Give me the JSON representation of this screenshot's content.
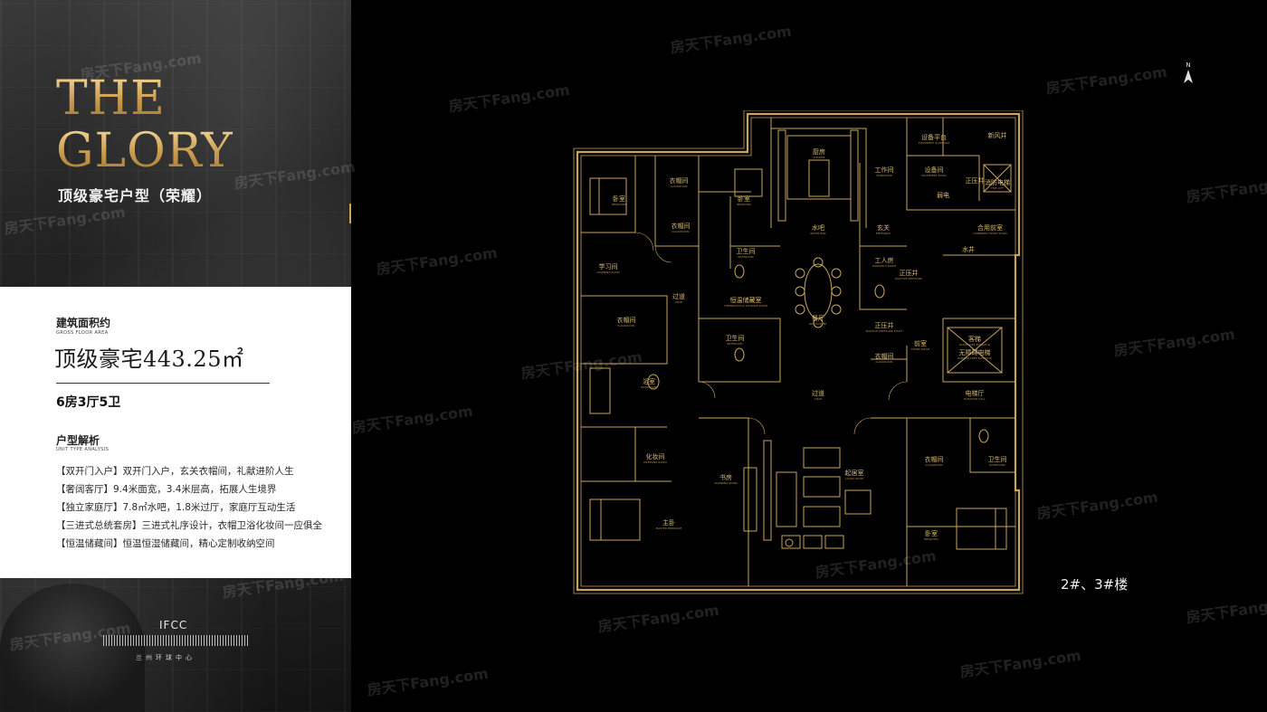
{
  "title": {
    "line1": "THE",
    "line2": "GLORY",
    "subtitle": "顶级豪宅户型（荣耀）"
  },
  "area": {
    "label": "建筑面积约",
    "label_en": "GROSS FLOOR AREA",
    "value": "顶级豪宅443.25㎡",
    "rooms": "6房3厅5卫"
  },
  "analysis": {
    "label": "户型解析",
    "label_en": "UNIT TYPE ANALYSIS",
    "features": [
      "【双开门入户】双开门入户，玄关衣帽间，礼献进阶人生",
      "【奢阔客厅】9.4米面宽，3.4米层高，拓展人生境界",
      "【独立家庭厅】7.8㎡水吧，1.8米过厅，家庭厅互动生活",
      "【三进式总统套房】三进式礼序设计，衣帽卫浴化妆间一应俱全",
      "【恒温储藏间】恒温恒湿储藏间，精心定制收纳空间"
    ]
  },
  "brand": {
    "logo": "IFCC",
    "subtitle": "兰州环球中心"
  },
  "plan": {
    "north": "N",
    "building": "2#、3#楼",
    "rooms": [
      {
        "key": "bedroom1",
        "cn": "卧室",
        "en": "BEDROOM"
      },
      {
        "key": "closet1",
        "cn": "衣帽间",
        "en": "CLOAKROOM"
      },
      {
        "key": "bedroom2",
        "cn": "卧室",
        "en": "BEDROOM"
      },
      {
        "key": "kitchen",
        "cn": "厨房",
        "en": "KITCHEN"
      },
      {
        "key": "equipment_platform",
        "cn": "设备平台",
        "en": "EQUIPMENT PLATFORM"
      },
      {
        "key": "fresh_air",
        "cn": "新风井",
        "en": ""
      },
      {
        "key": "equipment_room",
        "cn": "设备间",
        "en": "EQUIPMENT ROOM"
      },
      {
        "key": "tool_room",
        "cn": "工作间",
        "en": "WORKSHOP"
      },
      {
        "key": "weak_current",
        "cn": "弱电",
        "en": ""
      },
      {
        "key": "pressure_shaft1",
        "cn": "正压井",
        "en": ""
      },
      {
        "key": "fire_lift",
        "cn": "消防电梯",
        "en": "FIRE LIFT"
      },
      {
        "key": "closet2",
        "cn": "衣帽间",
        "en": "CLOAKROOM"
      },
      {
        "key": "study",
        "cn": "学习间",
        "en": "LEARNING ROOM"
      },
      {
        "key": "bath1",
        "cn": "卫生间",
        "en": "BATHROOM"
      },
      {
        "key": "water_bar",
        "cn": "水吧",
        "en": "WATER BAR"
      },
      {
        "key": "foyer",
        "cn": "玄关",
        "en": "ENTRANCE"
      },
      {
        "key": "common_lobby",
        "cn": "合用前室",
        "en": "COMBINED FRONT ROOM"
      },
      {
        "key": "water_well",
        "cn": "水井",
        "en": ""
      },
      {
        "key": "worker_room",
        "cn": "工人房",
        "en": "WORKER'S ROOM"
      },
      {
        "key": "pressure_shaft2",
        "cn": "正压井",
        "en": "POSITIVE PRESSURE"
      },
      {
        "key": "corridor1",
        "cn": "过道",
        "en": "AISLE"
      },
      {
        "key": "storage",
        "cn": "恒温储藏室",
        "en": "THERMOSTATIC STORAGE ROOM"
      },
      {
        "key": "closet3",
        "cn": "衣帽间",
        "en": "CLOAKROOM"
      },
      {
        "key": "dining",
        "cn": "餐厅",
        "en": "RESTAURANT"
      },
      {
        "key": "pressure_shaft3",
        "cn": "正压井",
        "en": "POSITIVE PRESSURE SHAFT"
      },
      {
        "key": "front_room",
        "cn": "前室",
        "en": "FRONT ROOM"
      },
      {
        "key": "guest_lift",
        "cn": "客梯",
        "en": "PASSENGER ELEVATOR"
      },
      {
        "key": "barrier_free_lift",
        "cn": "无障碍电梯",
        "en": "BARRIER-FREE ELEVATOR"
      },
      {
        "key": "bath2",
        "cn": "卫生间",
        "en": "BATHROOM"
      },
      {
        "key": "closet4",
        "cn": "衣帽间",
        "en": "CLOAKROOM"
      },
      {
        "key": "bathtub_room",
        "cn": "浴室",
        "en": "BATHROOM"
      },
      {
        "key": "corridor2",
        "cn": "过道",
        "en": "AISLE"
      },
      {
        "key": "elevator_hall",
        "cn": "电梯厅",
        "en": "ELEVATOR HALL"
      },
      {
        "key": "dressing",
        "cn": "化妆间",
        "en": "DRESSING ROOM"
      },
      {
        "key": "closet5",
        "cn": "衣帽间",
        "en": "CLOAKROOM"
      },
      {
        "key": "bath3",
        "cn": "卫生间",
        "en": "BATHROOM"
      },
      {
        "key": "study2",
        "cn": "书房",
        "en": "LEARNING ROOM"
      },
      {
        "key": "living",
        "cn": "起居室",
        "en": "LIVING ROOM"
      },
      {
        "key": "master",
        "cn": "主卧",
        "en": "MASTER BEDROOM"
      },
      {
        "key": "bedroom3",
        "cn": "卧室",
        "en": "BEDROOM"
      }
    ]
  },
  "watermark": "房天下Fang.com",
  "colors": {
    "gold": "#c9a55c",
    "gold_light": "#e8cc8a",
    "panel_white": "#ffffff"
  }
}
